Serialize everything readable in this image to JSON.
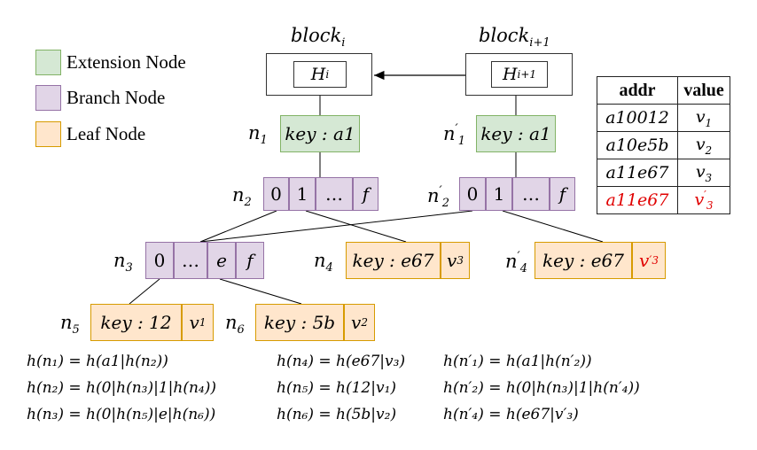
{
  "legend": [
    {
      "label": "Extension Node",
      "color": "#d5e8d4",
      "border": "#82b366"
    },
    {
      "label": "Branch Node",
      "color": "#e1d5e7",
      "border": "#9673a6"
    },
    {
      "label": "Leaf Node",
      "color": "#ffe6cc",
      "border": "#d79b00"
    }
  ],
  "blocks": {
    "block_i": {
      "title": "block",
      "sub": "i",
      "hash": "H",
      "hash_sub": "i"
    },
    "block_i1": {
      "title": "block",
      "sub": "i+1",
      "hash": "H",
      "hash_sub": "i+1"
    }
  },
  "nodes": {
    "n1": {
      "label": "n",
      "sub": "1",
      "prime": "",
      "key": "key : a1"
    },
    "n1p": {
      "label": "n",
      "sub": "1",
      "prime": "′",
      "key": "key : a1"
    },
    "n2": {
      "label": "n",
      "sub": "2",
      "prime": "",
      "cells": [
        "0",
        "1",
        "…",
        "f"
      ]
    },
    "n2p": {
      "label": "n",
      "sub": "2",
      "prime": "′",
      "cells": [
        "0",
        "1",
        "…",
        "f"
      ]
    },
    "n3": {
      "label": "n",
      "sub": "3",
      "prime": "",
      "cells": [
        "0",
        "…",
        "e",
        "f"
      ]
    },
    "n4": {
      "label": "n",
      "sub": "4",
      "prime": "",
      "key": "key : e67",
      "val": "v",
      "val_sub": "3",
      "val_prime": ""
    },
    "n4p": {
      "label": "n",
      "sub": "4",
      "prime": "′",
      "key": "key : e67",
      "val": "v",
      "val_sub": "3",
      "val_prime": "′"
    },
    "n5": {
      "label": "n",
      "sub": "5",
      "prime": "",
      "key": "key : 12",
      "val": "v",
      "val_sub": "1",
      "val_prime": ""
    },
    "n6": {
      "label": "n",
      "sub": "6",
      "prime": "",
      "key": "key : 5b",
      "val": "v",
      "val_sub": "2",
      "val_prime": ""
    }
  },
  "table": {
    "headers": [
      "addr",
      "value"
    ],
    "rows": [
      {
        "addr": "a10012",
        "val": "v",
        "sub": "1",
        "prime": "",
        "highlight": false
      },
      {
        "addr": "a10e5b",
        "val": "v",
        "sub": "2",
        "prime": "",
        "highlight": false
      },
      {
        "addr": "a11e67",
        "val": "v",
        "sub": "3",
        "prime": "",
        "highlight": false
      },
      {
        "addr": "a11e67",
        "val": "v",
        "sub": "3",
        "prime": "′",
        "highlight": true
      }
    ],
    "highlight_color": "#e00000"
  },
  "formulas": [
    [
      "h(n₁) = h(a1|h(n₂))",
      "h(n₄) = h(e67|v₃)",
      "h(n′₁) = h(a1|h(n′₂))"
    ],
    [
      "h(n₂) = h(0|h(n₃)|1|h(n₄))",
      "h(n₅) = h(12|v₁)",
      "h(n′₂) = h(0|h(n₃)|1|h(n′₄))"
    ],
    [
      "h(n₃) = h(0|h(n₅)|e|h(n₆))",
      "h(n₆) = h(5b|v₂)",
      "h(n′₄) = h(e67|v′₃)"
    ]
  ]
}
